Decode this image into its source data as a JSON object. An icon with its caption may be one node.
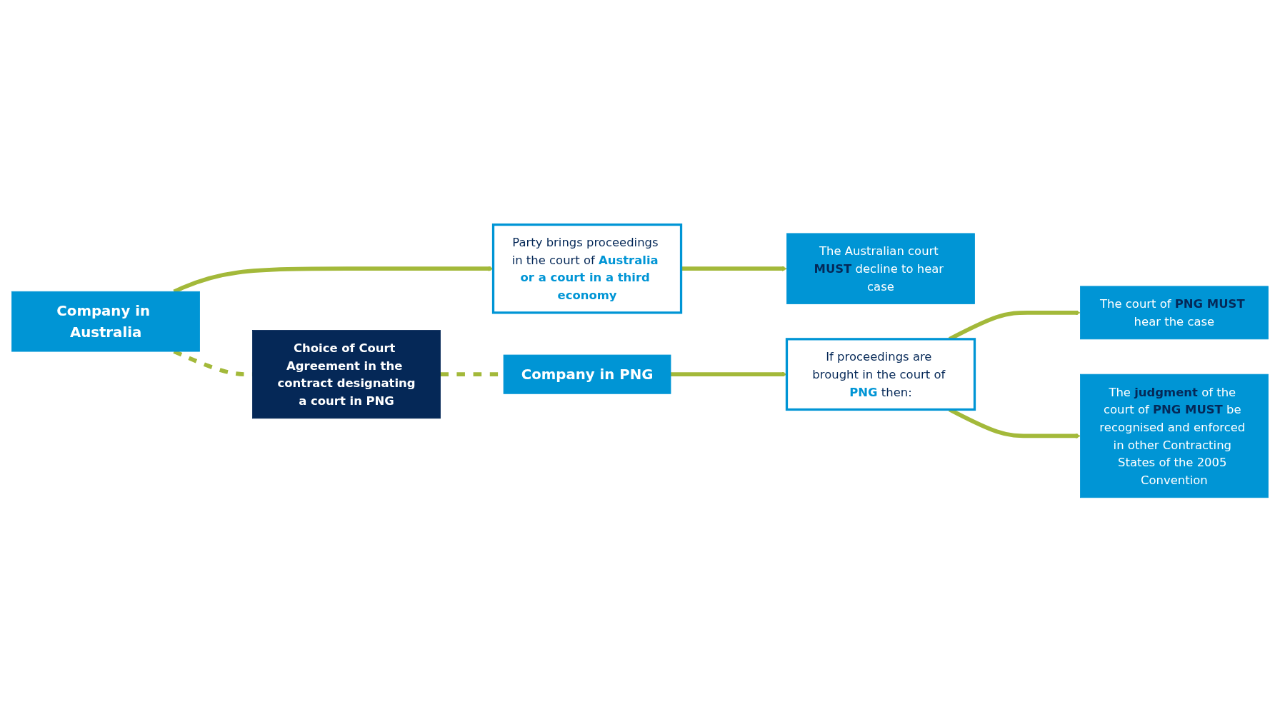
{
  "diagram": {
    "nodes": [
      {
        "text": [
          "Company in Australia"
        ]
      },
      {
        "text": [
          "Party brings proceedings in the court of **Australia or a court in a third economy**"
        ]
      },
      {
        "text": [
          "The Australian court **MUST** decline to hear case"
        ]
      },
      {
        "text": [
          "Choice of Court Agreement in the contract designating",
          "a court in PNG"
        ]
      },
      {
        "text": [
          "Company in PNG"
        ]
      },
      {
        "text": [
          "If proceedings are brought in the court of **PNG** then:"
        ]
      },
      {
        "text": [
          "The court of **PNG MUST** hear the case"
        ]
      },
      {
        "text": [
          "The **judgment** of the court of **PNG MUST** be recognised and enforced in other Contracting States of the 2005 Convention"
        ]
      }
    ],
    "edges": [
      {
        "from": 0,
        "to": 1,
        "arrow": "to"
      },
      {
        "from": 1,
        "to": 2,
        "arrow": "to"
      },
      {
        "from": 0,
        "to": 3,
        "arrow": "none",
        "style": "dashed"
      },
      {
        "from": 3,
        "to": 4,
        "arrow": "none",
        "style": "dashed"
      },
      {
        "from": 4,
        "to": 5,
        "arrow": "to"
      },
      {
        "from": 5,
        "to": 6,
        "arrow": "to"
      },
      {
        "from": 5,
        "to": 7,
        "arrow": "to"
      }
    ]
  }
}
